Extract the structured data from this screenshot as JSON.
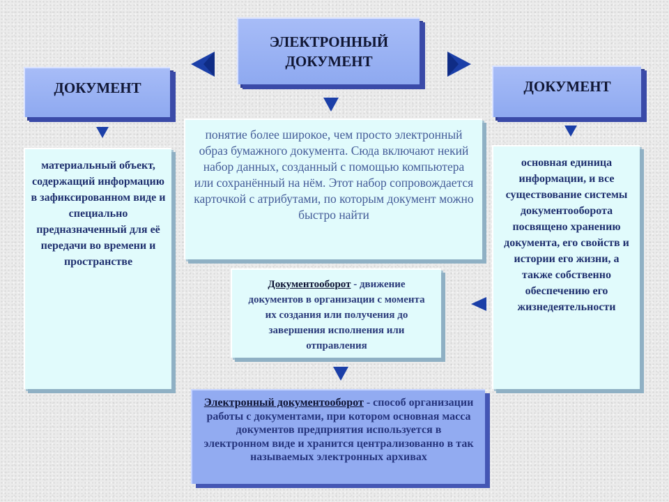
{
  "center_header": {
    "line1": "ЭЛЕКТРОННЫЙ",
    "line2": "ДОКУМЕНТ"
  },
  "left_header": {
    "label": "ДОКУМЕНТ"
  },
  "right_header": {
    "label": "ДОКУМЕНТ"
  },
  "left_card": {
    "text": "материальный объект, содержащий информацию в зафиксированном виде и специально предназначенный для её передачи во времени и пространстве"
  },
  "center_card": {
    "text": "понятие более широкое, чем просто электронный образ бумажного документа. Сюда включают некий набор данных, созданный с помощью компьютера или сохранённый на нём. Этот набор сопровождается карточкой с атрибутами, по которым документ можно быстро найти"
  },
  "right_card": {
    "text": "основная единица информации, и все существование системы документооборота посвящено хранению документа, его свойств и истории его жизни, а также собственно обеспечению его жизнедеятельности"
  },
  "workflow_card": {
    "term": "Документооборот",
    "definition": " - движение документов в организации с момента их создания или получения до завершения исполнения или отправления"
  },
  "edms_card": {
    "term": "Электронный документооборот",
    "definition": " - способ организации работы с документами, при котором основная масса документов предприятия используется в электронном виде и хранится централизованно в так называемых электронных архивах"
  },
  "colors": {
    "header_blue": "#8ea9f0",
    "header_shadow": "#3a4aa8",
    "card_cyan": "#e1fbfc",
    "arrow_blue": "#1b3fa8"
  }
}
